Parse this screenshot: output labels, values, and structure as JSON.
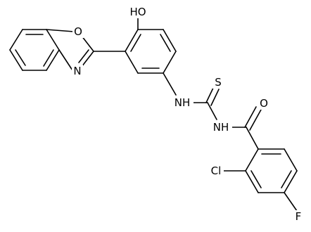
{
  "figure": {
    "type": "chemical-structure",
    "background": "#ffffff",
    "ink": "#000000"
  },
  "atoms": {
    "hydroxyl": "HO",
    "oxazole_oxygen": "O",
    "oxazole_nitrogen": "N",
    "thiourea_nh_upper": "NH",
    "thione_sulfur": "S",
    "thiourea_nh_lower": "NH",
    "carbonyl_oxygen": "O",
    "chlorine": "Cl",
    "fluorine": "F"
  }
}
